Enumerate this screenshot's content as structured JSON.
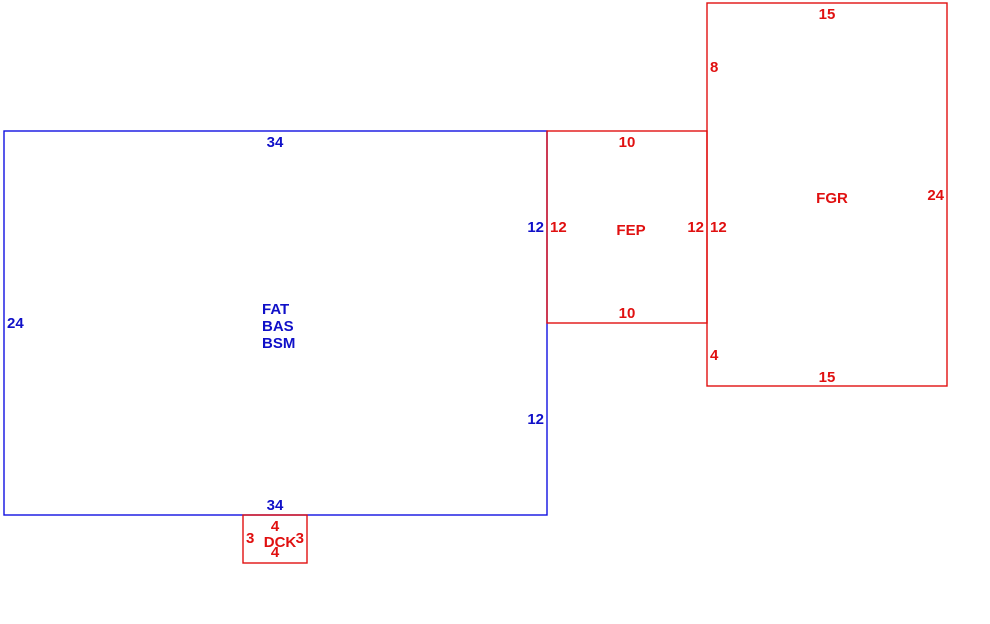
{
  "colors": {
    "main": "#1010e0",
    "addition": "#e01010"
  },
  "main_area": {
    "codes": [
      "FAT",
      "BAS",
      "BSM"
    ],
    "dims": {
      "top": "34",
      "bottom": "34",
      "left": "24",
      "right_upper": "12",
      "right_lower": "12"
    }
  },
  "porch": {
    "code": "FEP",
    "dims": {
      "top": "10",
      "bottom": "10",
      "left": "12",
      "right": "12"
    }
  },
  "garage": {
    "code": "FGR",
    "dims": {
      "top": "15",
      "bottom": "15",
      "right": "24",
      "left_upper": "8",
      "left_middle": "12",
      "left_lower": "4"
    }
  },
  "deck": {
    "code": "DCK",
    "dims": {
      "top": "4",
      "bottom": "4",
      "left": "3",
      "right": "3"
    }
  }
}
